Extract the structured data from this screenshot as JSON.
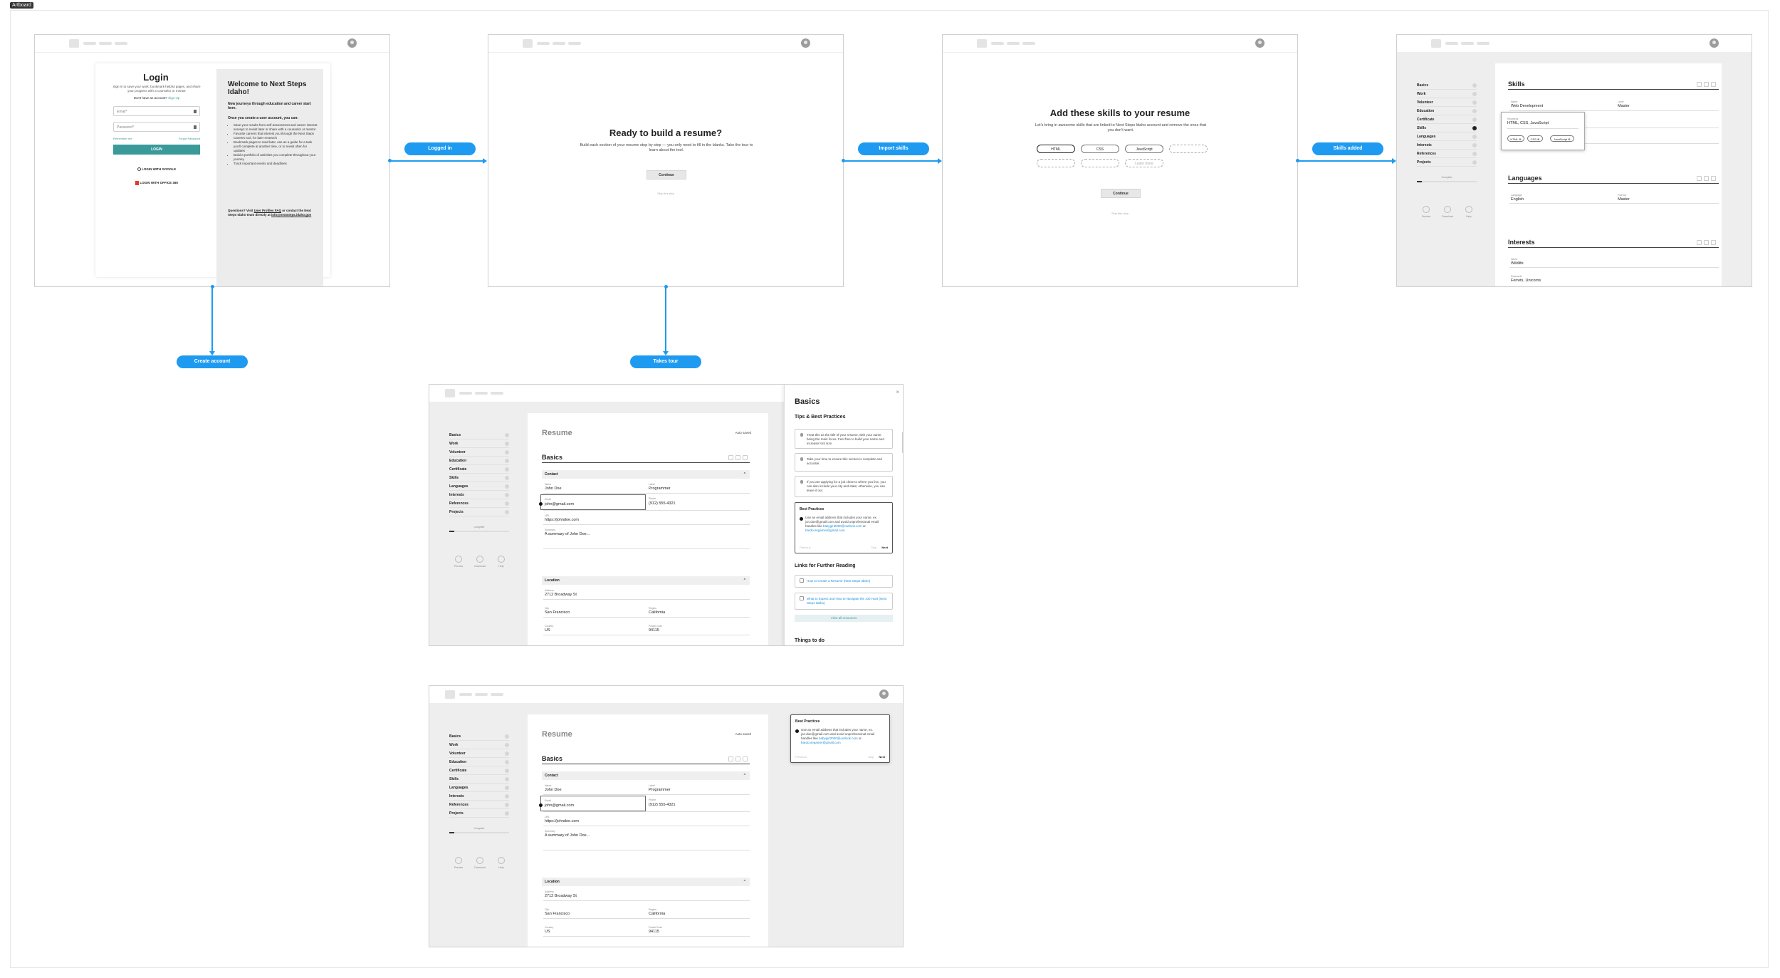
{
  "canvas": {
    "frame_tag": "Artboard"
  },
  "flow": {
    "logged_in": "Logged in",
    "import_skills": "Import skills",
    "skills_added": "Skills added",
    "create_account": "Create account",
    "takes_tour": "Takes tour"
  },
  "login": {
    "title": "Login",
    "intro": "Sign in to save your work, bookmark helpful pages, and share your progress with a counselor or mentor",
    "no_account": "Don't have an account?",
    "signup": "Sign Up",
    "email_placeholder": "Email*",
    "password_placeholder": "Password*",
    "remember": "Remember me",
    "forgot": "Forgot Password",
    "login_button": "LOGIN",
    "google": "LOGIN WITH GOOGLE",
    "office": "LOGIN WITH OFFICE 365",
    "welcome_title": "Welcome to Next Steps Idaho!",
    "welcome_sub": "New journeys through education and career start here.",
    "once_created": "Once you create a user account, you can:",
    "bullets": [
      "Save your results from self-assessment and career interest surveys to revisit later or share with a counselor or mentor",
      "Favorite careers that interest you through the Next Steps Careers tool, for later research",
      "Bookmark pages to read later, use as a guide for a task you'll complete at another time, or to revisit often for updates",
      "Build a portfolio of activities you complete throughout your journey",
      "Track important events and deadlines"
    ],
    "questions": "Questions? Visit",
    "faq_link": "User Profiles FAQ",
    "questions_rest": "or contact the Next Steps Idaho team directly at",
    "email_link": "info@nextsteps.idaho.gov"
  },
  "build": {
    "title": "Ready to build a resume?",
    "body": "Build each section of your resume step by step — you only need to fill in the blanks. Take the tour to learn about the tool.",
    "continue": "Continue",
    "skip": "Skip this step"
  },
  "skills_import": {
    "title": "Add these skills to your resume",
    "body": "Let's bring in awesome skills that are linked to Next Steps Idaho account and remove the ones that you don't want.",
    "chips": [
      "HTML",
      "CSS",
      "JavaScript",
      "",
      "",
      "",
      "Learn more"
    ],
    "continue": "Continue",
    "skip": "Skip this step"
  },
  "sidebar": {
    "items": [
      "Basics",
      "Work",
      "Volunteer",
      "Education",
      "Certificate",
      "Skills",
      "Languages",
      "Interests",
      "References",
      "Projects"
    ],
    "progress_label": "Complete",
    "actions": [
      "Preview",
      "Download",
      "Help"
    ]
  },
  "skills_page": {
    "skills_title": "Skills",
    "name_label": "Name",
    "name_value": "Web Development",
    "level_label": "Level",
    "level_value": "Master",
    "keywords_label": "Keywords",
    "keywords_value": "HTML, CSS, JavaScript",
    "keyword_chips": [
      "HTML",
      "CSS",
      "JavaScript"
    ],
    "languages_title": "Languages",
    "language_label": "Language",
    "language_value": "English",
    "fluency_label": "Fluency",
    "fluency_value": "Master",
    "interests_title": "Interests",
    "interest_name_label": "Name",
    "interest_name_value": "Wildlife",
    "interest_kw_label": "Keywords",
    "interest_kw_value": "Ferrets, Unicorns"
  },
  "resume": {
    "title": "Resume",
    "autosave": "Auto saved",
    "basics": "Basics",
    "contact": "Contact",
    "name_label": "Name",
    "name": "John Doe",
    "label_label": "Label",
    "label": "Programmer",
    "email_label": "Email",
    "email": "john@gmail.com",
    "phone_label": "Phone",
    "phone": "(912) 555-4321",
    "url_label": "URL",
    "url": "https://johndoe.com",
    "summary_label": "Summary",
    "summary": "A summary of John Doe...",
    "location": "Location",
    "address_label": "Address",
    "address": "2712 Broadway St",
    "city_label": "City",
    "city": "San Francisco",
    "region_label": "Region",
    "region": "California",
    "country_label": "Country",
    "country": "US",
    "postal_label": "Postal Code",
    "postal": "94115"
  },
  "tips": {
    "title": "Basics",
    "tips_heading": "Tips & Best Practices",
    "tip1": "Treat this as the title of your resume, with your name being the main focus. Feel free to build your name and increase font size.",
    "tip2": "Take your time to ensure this section is complete and accurate.",
    "tip3": "If you are applying for a job close to where you live, you can also include your city and state; otherwise, you can leave it out.",
    "bp_title": "Best Practices",
    "bp_text": "Use an email address that includes your name, ex. jon.doe@gmail.com and avoid unprofessional email handles like",
    "bp_bad1": "babygirl2000@outlook.com",
    "bp_or": "or",
    "bp_bad2": "hardcoregamer@gmail.com",
    "prev": "Previous",
    "skip": "Skip",
    "next": "Next",
    "links_heading": "Links for Further Reading",
    "link1": "How to Create a Resume (Next Steps Idaho)",
    "link2": "What to Expect and How to Navigate the Job Hunt (Next Steps Idaho)",
    "view_all": "View all resources",
    "todo_heading": "Things to do"
  }
}
